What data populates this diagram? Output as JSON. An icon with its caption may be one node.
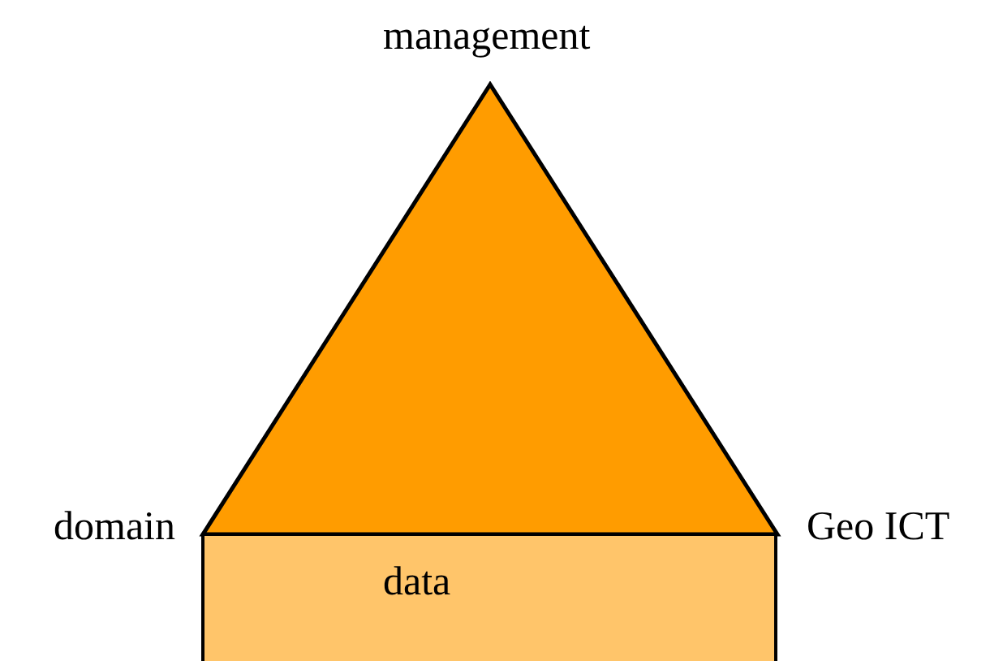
{
  "diagram": {
    "nodes": [
      {
        "text": [],
        "shape": "triangle",
        "beside": [
          "management",
          "domain",
          "Geo ICT"
        ]
      },
      {
        "text": [
          "data"
        ]
      }
    ]
  }
}
